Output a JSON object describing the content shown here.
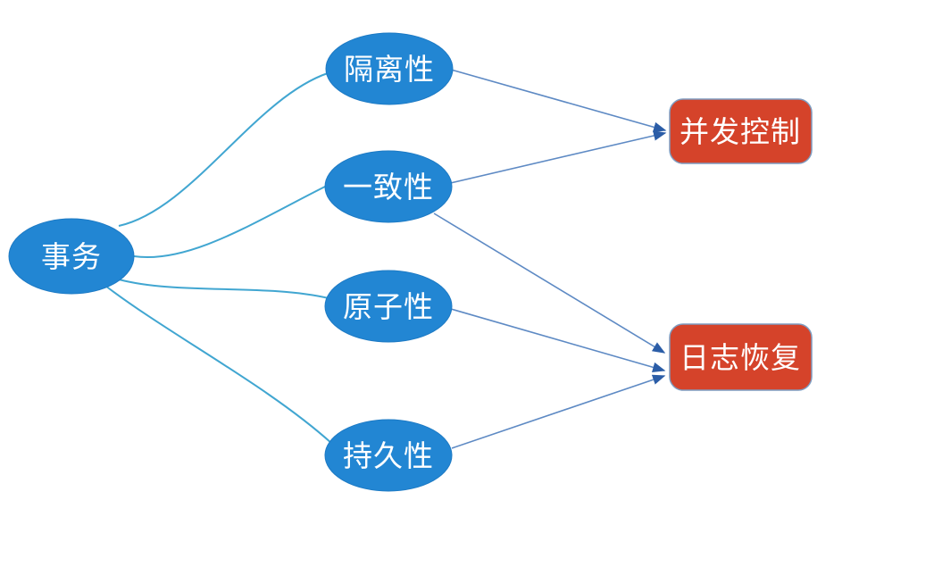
{
  "diagram": {
    "description": "Transaction ACID properties mapped to database mechanisms",
    "background": "#FFFFFF",
    "nodes": {
      "transaction": {
        "label": "事务",
        "shape": "ellipse"
      },
      "isolation": {
        "label": "隔离性",
        "shape": "ellipse"
      },
      "consistency": {
        "label": "一致性",
        "shape": "ellipse"
      },
      "atomicity": {
        "label": "原子性",
        "shape": "ellipse"
      },
      "durability": {
        "label": "持久性",
        "shape": "ellipse"
      },
      "concurrency_control": {
        "label": "并发控制",
        "shape": "rounded-rectangle"
      },
      "log_recovery": {
        "label": "日志恢复",
        "shape": "rounded-rectangle"
      }
    },
    "edges": [
      {
        "from": "事务",
        "to": "隔离性",
        "style": "curve",
        "arrowhead": false
      },
      {
        "from": "事务",
        "to": "一致性",
        "style": "curve",
        "arrowhead": false
      },
      {
        "from": "事务",
        "to": "原子性",
        "style": "curve",
        "arrowhead": false
      },
      {
        "from": "事务",
        "to": "持久性",
        "style": "curve",
        "arrowhead": false
      },
      {
        "from": "隔离性",
        "to": "并发控制",
        "style": "straight",
        "arrowhead": true
      },
      {
        "from": "一致性",
        "to": "并发控制",
        "style": "straight",
        "arrowhead": true
      },
      {
        "from": "一致性",
        "to": "日志恢复",
        "style": "straight",
        "arrowhead": true
      },
      {
        "from": "原子性",
        "to": "日志恢复",
        "style": "straight",
        "arrowhead": true
      },
      {
        "from": "持久性",
        "to": "日志恢复",
        "style": "straight",
        "arrowhead": true
      }
    ],
    "colors": {
      "node_fill": "#2286D3",
      "node_stroke": "#1D7AC4",
      "box_fill": "#D5432A",
      "box_stroke": "#7E9CC0",
      "curve_stroke": "#41A6D1",
      "arrow_stroke": "#5E8AC4",
      "arrowhead": "#2B5DA7",
      "label_text": "#FFFFFF"
    }
  }
}
